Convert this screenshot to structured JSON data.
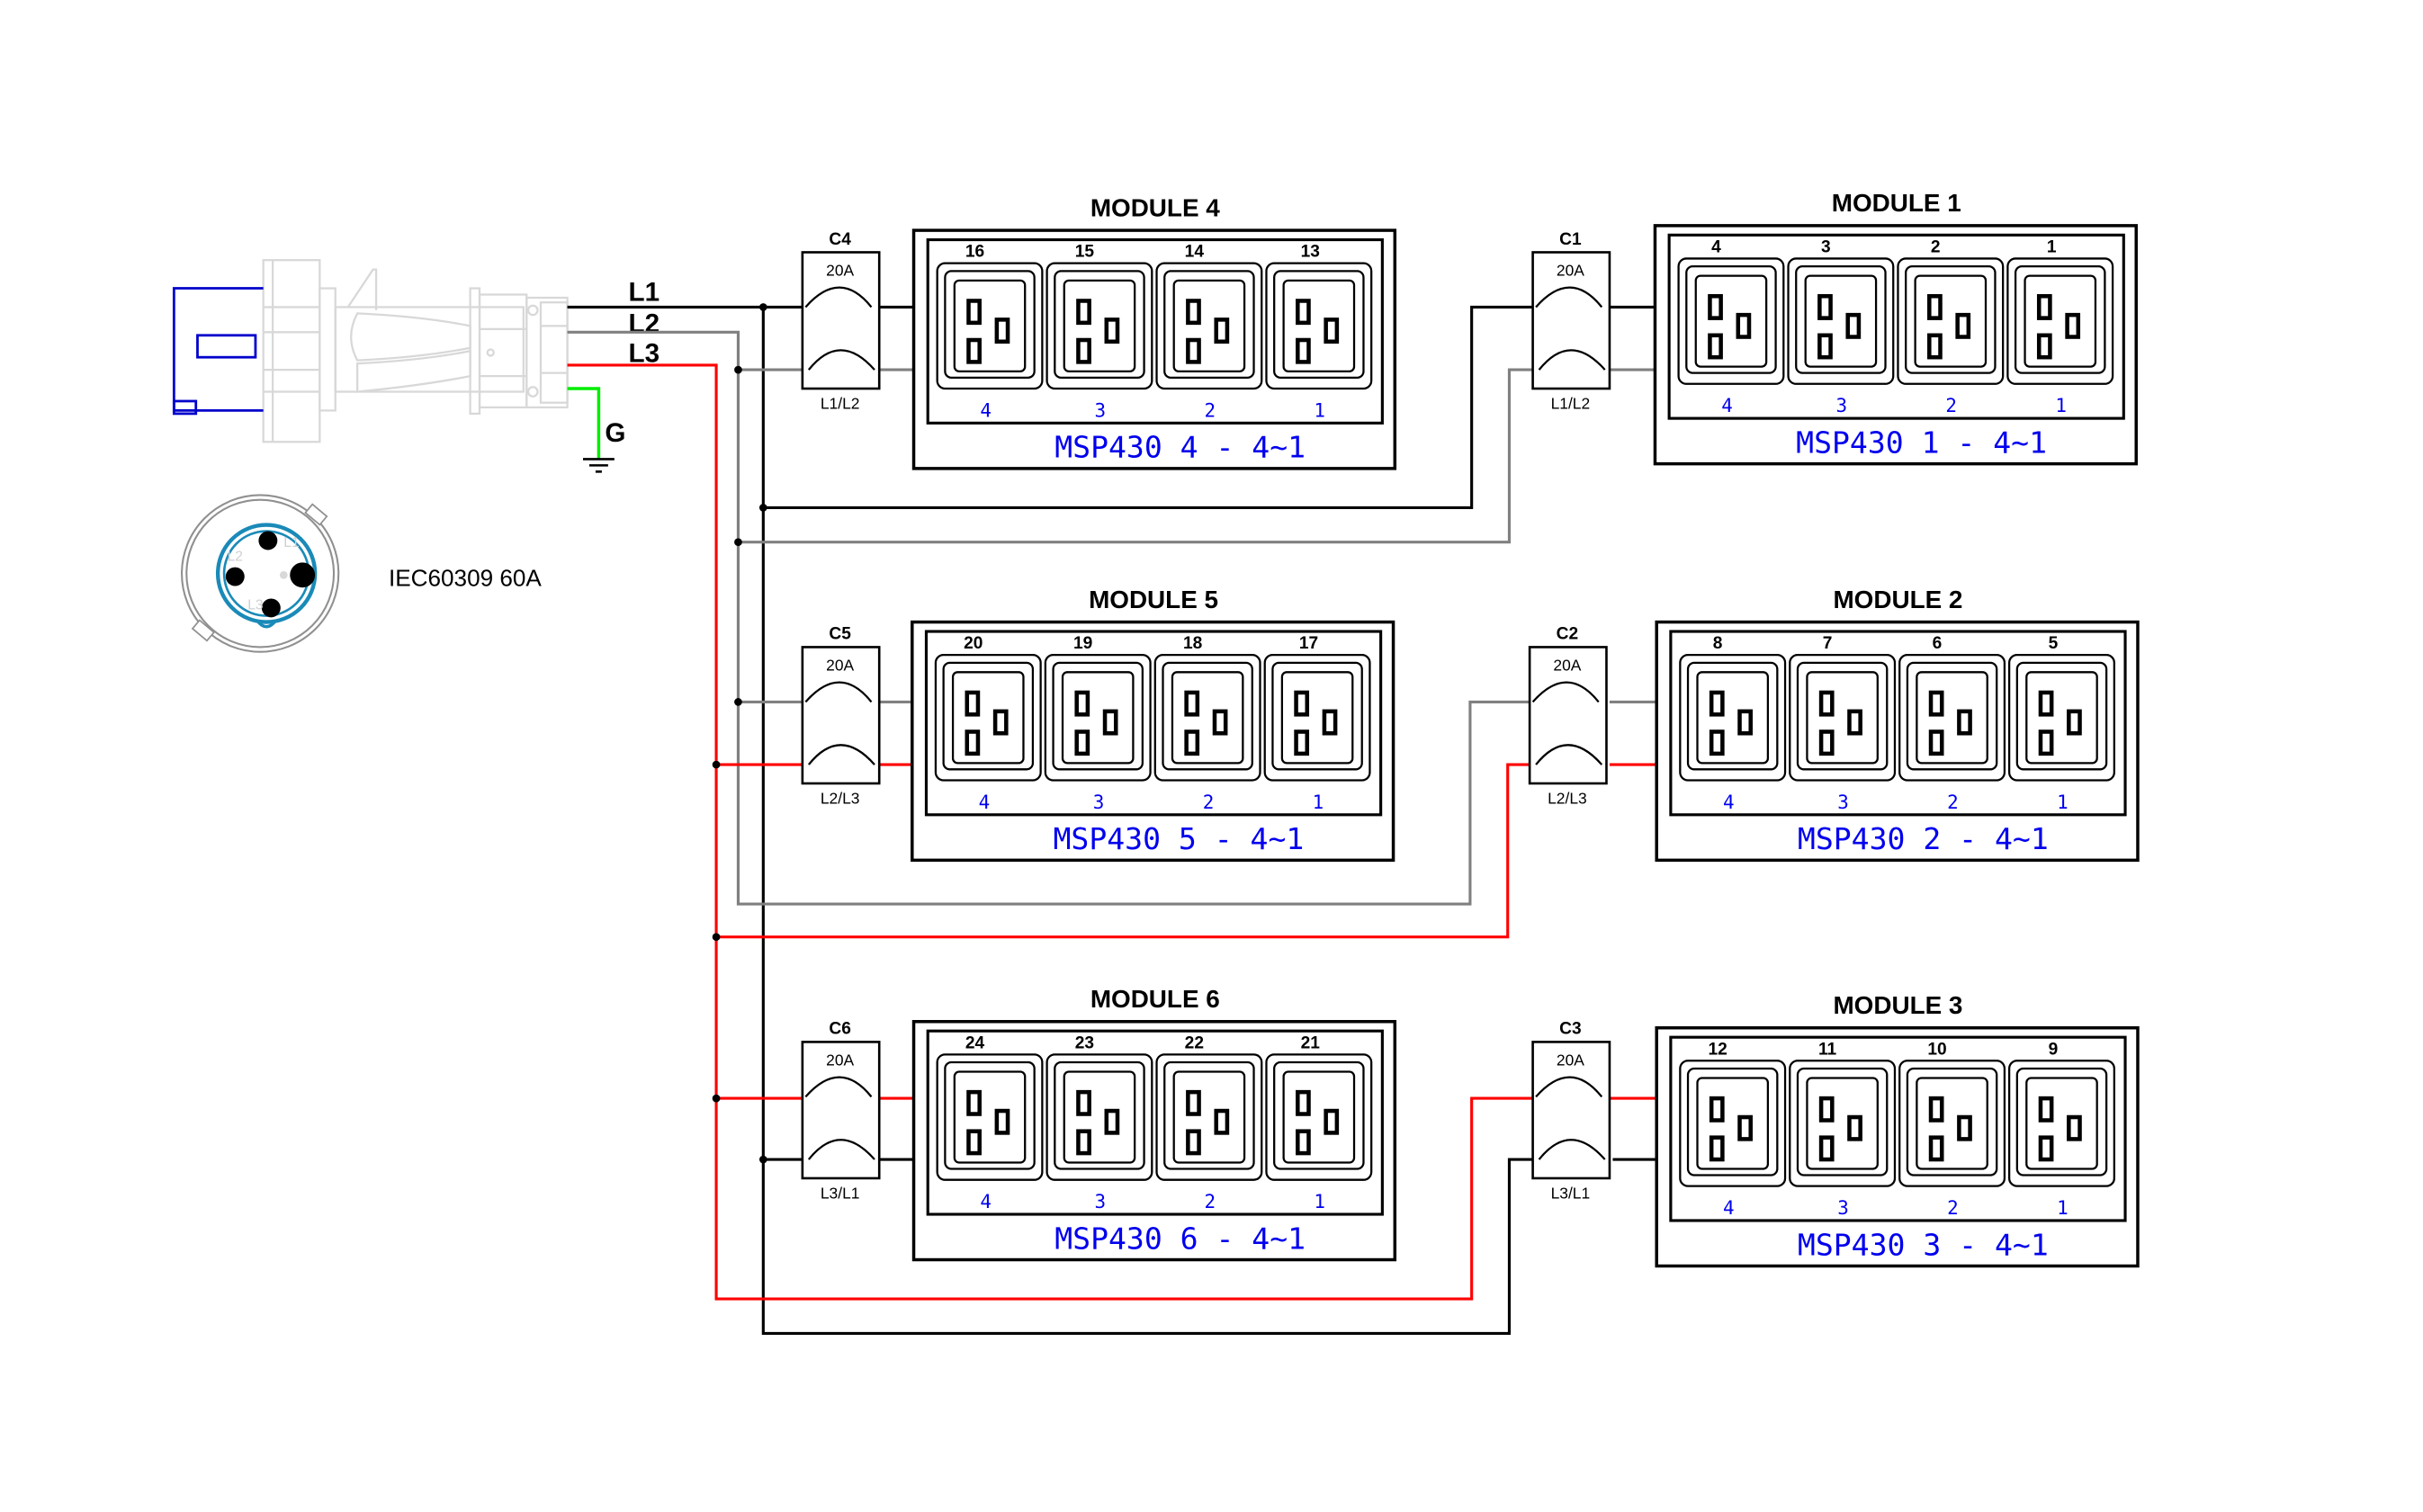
{
  "diagram": {
    "connector": {
      "label": "IEC60309 60A",
      "pins": [
        "L1",
        "L2",
        "L3"
      ],
      "ground_label": "G"
    },
    "phases": [
      {
        "name": "L1",
        "color": "#000000"
      },
      {
        "name": "L2",
        "color": "#808080"
      },
      {
        "name": "L3",
        "color": "#ff0000"
      }
    ],
    "ground_color": "#00ee00",
    "modules": [
      {
        "id": "m4",
        "title": "MODULE 4",
        "breaker": "C4",
        "rating": "20A",
        "phases": "L1/L2",
        "outlets": [
          "16",
          "15",
          "14",
          "13"
        ],
        "positions": [
          "4",
          "3",
          "2",
          "1"
        ],
        "label": "MSP430 4 - 4~1"
      },
      {
        "id": "m1",
        "title": "MODULE 1",
        "breaker": "C1",
        "rating": "20A",
        "phases": "L1/L2",
        "outlets": [
          "4",
          "3",
          "2",
          "1"
        ],
        "positions": [
          "4",
          "3",
          "2",
          "1"
        ],
        "label": "MSP430 1 - 4~1"
      },
      {
        "id": "m5",
        "title": "MODULE 5",
        "breaker": "C5",
        "rating": "20A",
        "phases": "L2/L3",
        "outlets": [
          "20",
          "19",
          "18",
          "17"
        ],
        "positions": [
          "4",
          "3",
          "2",
          "1"
        ],
        "label": "MSP430 5 - 4~1"
      },
      {
        "id": "m2",
        "title": "MODULE 2",
        "breaker": "C2",
        "rating": "20A",
        "phases": "L2/L3",
        "outlets": [
          "8",
          "7",
          "6",
          "5"
        ],
        "positions": [
          "4",
          "3",
          "2",
          "1"
        ],
        "label": "MSP430 2 - 4~1"
      },
      {
        "id": "m6",
        "title": "MODULE 6",
        "breaker": "C6",
        "rating": "20A",
        "phases": "L3/L1",
        "outlets": [
          "24",
          "23",
          "22",
          "21"
        ],
        "positions": [
          "4",
          "3",
          "2",
          "1"
        ],
        "label": "MSP430 6 - 4~1"
      },
      {
        "id": "m3",
        "title": "MODULE 3",
        "breaker": "C3",
        "rating": "20A",
        "phases": "L3/L1",
        "outlets": [
          "12",
          "11",
          "10",
          "9"
        ],
        "positions": [
          "4",
          "3",
          "2",
          "1"
        ],
        "label": "MSP430 3 - 4~1"
      }
    ]
  }
}
